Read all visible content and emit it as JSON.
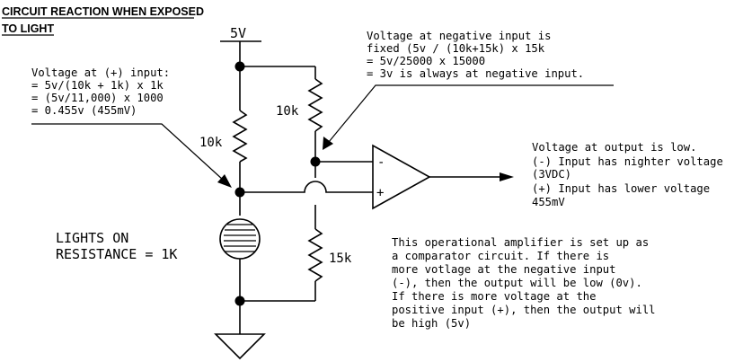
{
  "title": {
    "line1": "CIRCUIT REACTION WHEN EXPOSED",
    "line2": "TO LIGHT"
  },
  "supply_label": "5V",
  "resistor_labels": {
    "left_top": "10k",
    "right_top": "10k",
    "right_bottom": "15k"
  },
  "opamp": {
    "minus_label": "-",
    "plus_label": "+"
  },
  "notes": {
    "negative_input": [
      "Voltage at negative input is",
      "fixed (5v / (10k+15k) x 15k",
      "= 5v/25000 x 15000",
      "= 3v is always at negative input."
    ],
    "positive_input": [
      "Voltage at (+) input:",
      "= 5v/(10k + 1k) x 1k",
      "= (5v/11,000) x 1000",
      "= 0.455v (455mV)"
    ],
    "output": [
      "Voltage at output is low.",
      "(-) Input has nighter voltage",
      "(3VDC)",
      "(+) Input has lower voltage",
      "455mV"
    ],
    "lights_on": [
      "LIGHTS ON",
      "RESISTANCE = 1K"
    ],
    "comparator": [
      "This operational amplifier is set up as",
      "a comparator circuit.  If there is",
      "more votlage at the negative input",
      "(-), then the output will be low (0v).",
      "If there is more voltage at the",
      "positive input (+), then the output will",
      "be high (5v)"
    ]
  }
}
